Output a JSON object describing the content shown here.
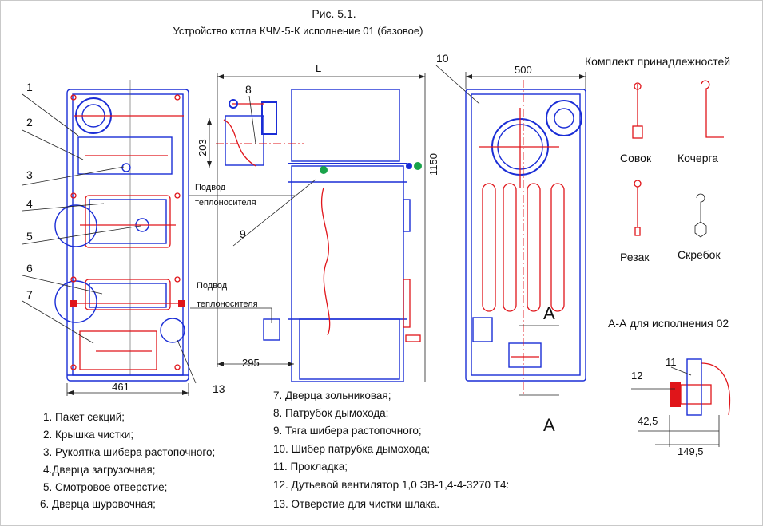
{
  "header": {
    "figure": "Рис.  5.1.",
    "title": "Устройство котла КЧМ-5-К исполнение 01 (базовое)"
  },
  "dimensions": {
    "L": "L",
    "w500": "500",
    "h203": "203",
    "h1150": "1150",
    "w295": "295",
    "w461": "461",
    "d425": "42,5",
    "d1495": "149,5"
  },
  "callouts": [
    "1",
    "2",
    "3",
    "4",
    "5",
    "6",
    "7",
    "8",
    "9",
    "10",
    "11",
    "12",
    "13"
  ],
  "labels": {
    "supply1_a": "Подвод",
    "supply1_b": "теплоносителя",
    "supply2_a": "Подвод",
    "supply2_b": "теплоносителя",
    "section_mark": "A",
    "section_arrow": "A",
    "section_title": "А-А для исполнения 02"
  },
  "accessories": {
    "title": "Комплект принадлежностей",
    "items": [
      "Совок",
      "Кочерга",
      "Резак",
      "Скребок"
    ]
  },
  "legend_left": [
    "1. Пакет секций;",
    "2. Крышка чистки;",
    "3. Рукоятка шибера растопочного;",
    "4.Дверца загрузочная;",
    "5. Смотровое отверстие;",
    "6. Дверца шуровочная;"
  ],
  "legend_right": [
    "7. Дверца зольниковая;",
    "8. Патрубок дымохода;",
    "9. Тяга шибера растопочного;",
    "10. Шибер патрубка дымохода;",
    "11. Прокладка;",
    "12. Дутьевой вентилятор 1,0 ЭВ-1,4-4-3270 Т4:",
    "13. Отверстие для чистки шлака."
  ],
  "colors": {
    "outline": "#1a2dd6",
    "detail": "#e0151a",
    "text": "#111111"
  }
}
